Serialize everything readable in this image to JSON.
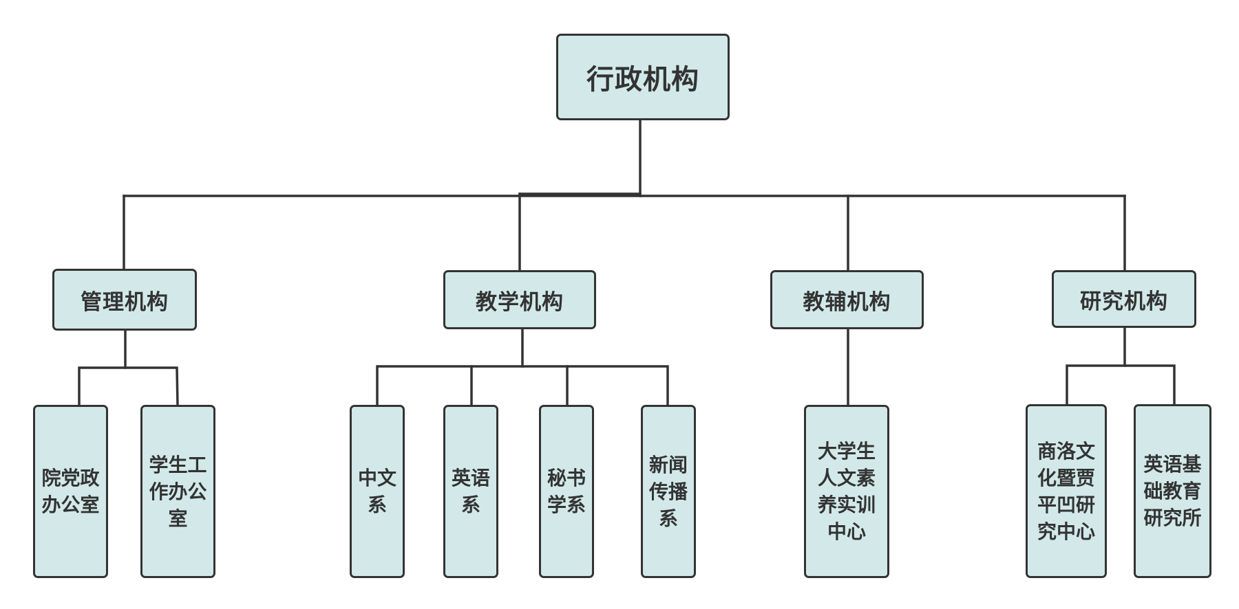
{
  "diagram": {
    "root": {
      "label": "行政机构"
    },
    "branches": [
      {
        "label": "管理机构",
        "children": [
          {
            "label": "院党政办公室"
          },
          {
            "label": "学生工作办公室"
          }
        ]
      },
      {
        "label": "教学机构",
        "children": [
          {
            "label": "中文系"
          },
          {
            "label": "英语系"
          },
          {
            "label": "秘书学系"
          },
          {
            "label": "新闻传播系"
          }
        ]
      },
      {
        "label": "教辅机构",
        "children": [
          {
            "label": "大学生人文素养实训中心"
          }
        ]
      },
      {
        "label": "研究机构",
        "children": [
          {
            "label": "商洛文化暨贾平凹研究中心"
          },
          {
            "label": "英语基础教育研究所"
          }
        ]
      }
    ]
  },
  "colors": {
    "node_fill": "#d3e9e9",
    "node_border": "#333333",
    "text": "#333333",
    "connector": "#333333"
  }
}
